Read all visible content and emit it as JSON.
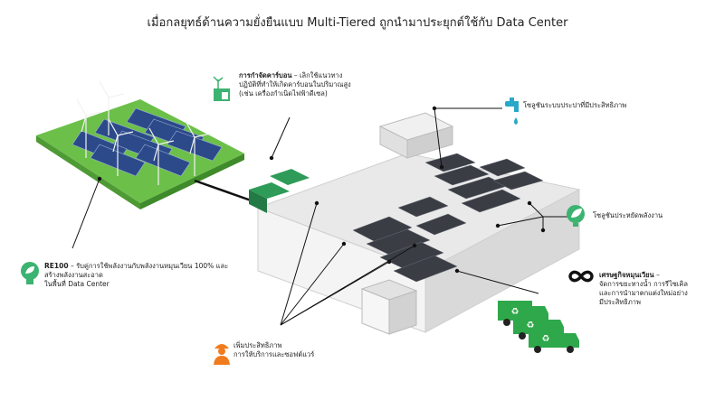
{
  "title": "เมื่อกลยุทธ์ด้านความยั่งยืนแบบ Multi-Tiered ถูกนำมาประยุกต์ใช้กับ Data Center",
  "labels": {
    "carbon": {
      "heading": "การกำจัดคาร์บอน",
      "text1": " – เลิกใช้แนวทาง",
      "text2": "ปฏิบัติที่ทำให้เกิดคาร์บอนในปริมาณสูง",
      "text3": "(เช่น เครื่องกำเนิดไฟฟ้าดีเซล)"
    },
    "water": {
      "text": "โซลูชันระบบประปาที่มีประสิทธิภาพ"
    },
    "energy": {
      "text": "โซลูชันประหยัดพลังงาน"
    },
    "circular": {
      "heading": "เศรษฐกิจหมุนเวียน",
      "text1": " –",
      "text2": "จัดการขยะทางน้ำ การรีไซเคิล",
      "text3": "และการนำมาตกแต่งใหม่อย่าง",
      "text4": "มีประสิทธิภาพ"
    },
    "re100": {
      "heading": "RE100",
      "text1": " – รับคู่การใช้พลังงานกับพลังงานหมุนเวียน 100% และ",
      "text2": "สร้างพลังงานสะอาด",
      "text3": "ในพื้นที่ Data Center"
    },
    "efficiency": {
      "text1": "เพิ่มประสิทธิภาพ",
      "text2": "การให้บริการและซอฟต์แวร์"
    }
  },
  "colors": {
    "green": "#3cb371",
    "teal": "#29a8c9",
    "orange": "#f07c1e",
    "truck": "#2ea84a",
    "grass": "#6cc04a"
  },
  "icons": [
    "wind-solar-icon",
    "faucet-icon",
    "leaf-bulb-icon",
    "infinity-icon",
    "recycle-truck-icon",
    "worker-icon",
    "lightbulb-leaf-icon"
  ]
}
